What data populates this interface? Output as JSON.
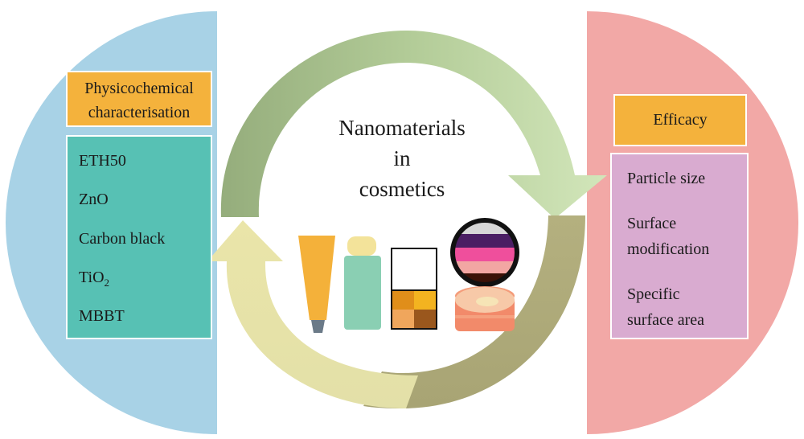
{
  "center": {
    "line1": "Nanomaterials",
    "line2": "in",
    "line3": "cosmetics"
  },
  "left": {
    "heading_line1": "Physicochemical",
    "heading_line2": "characterisation",
    "items": [
      "ETH50",
      "ZnO",
      "Carbon black",
      "TiO",
      "MBBT"
    ],
    "tio2_subscript": "2"
  },
  "right": {
    "heading": "Efficacy",
    "items": [
      {
        "line1": "Particle size",
        "line2": ""
      },
      {
        "line1": "Surface",
        "line2": "modification"
      },
      {
        "line1": "Specific",
        "line2": "surface area"
      }
    ]
  },
  "icons": [
    "sunscreen-tube-icon",
    "cosmetic-bottle-icon",
    "eyeshadow-palette-icon",
    "compact-mirror-icon",
    "cream-jar-icon"
  ],
  "colors": {
    "left_half_circle": "#a8d2e6",
    "right_half_circle": "#f2a8a6",
    "arrow_top_dark": "#9bb482",
    "arrow_top_light": "#cfe3b6",
    "arrow_right": "#aeaa7a",
    "arrow_left": "#e8e3a6",
    "heading_box": "#f4b23c",
    "left_list_box": "#57c1b4",
    "right_list_box": "#d9abd0"
  }
}
